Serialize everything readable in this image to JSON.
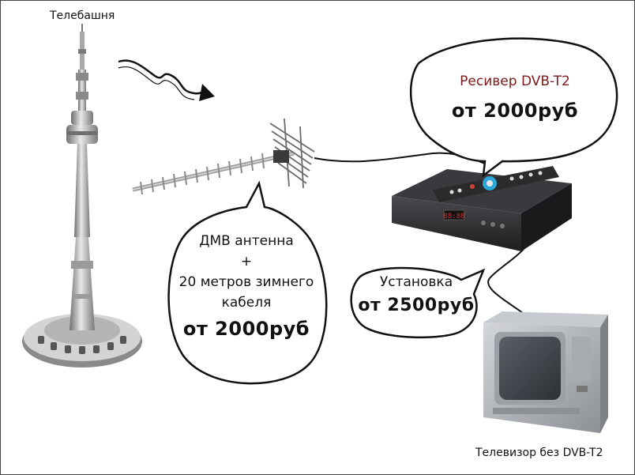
{
  "tower": {
    "label": "Телебашня"
  },
  "antenna_bubble": {
    "line1": "ДМВ антенна",
    "line2": "+",
    "line3": "20 метров зимнего",
    "line4": "кабеля",
    "price": "от 2000руб"
  },
  "receiver_bubble": {
    "title": "Ресивер DVB-T2",
    "price": "от 2000руб"
  },
  "install_bubble": {
    "title": "Установка",
    "price": "от 2500руб"
  },
  "tv": {
    "label": "Телевизор без DVB-T2"
  },
  "receiver_device": {
    "display": "88:88"
  },
  "colors": {
    "title_red": "#7a1a1a",
    "outline": "#222222",
    "device_dark": "#2e2e30",
    "tv_gray": "#b9bcc0"
  }
}
